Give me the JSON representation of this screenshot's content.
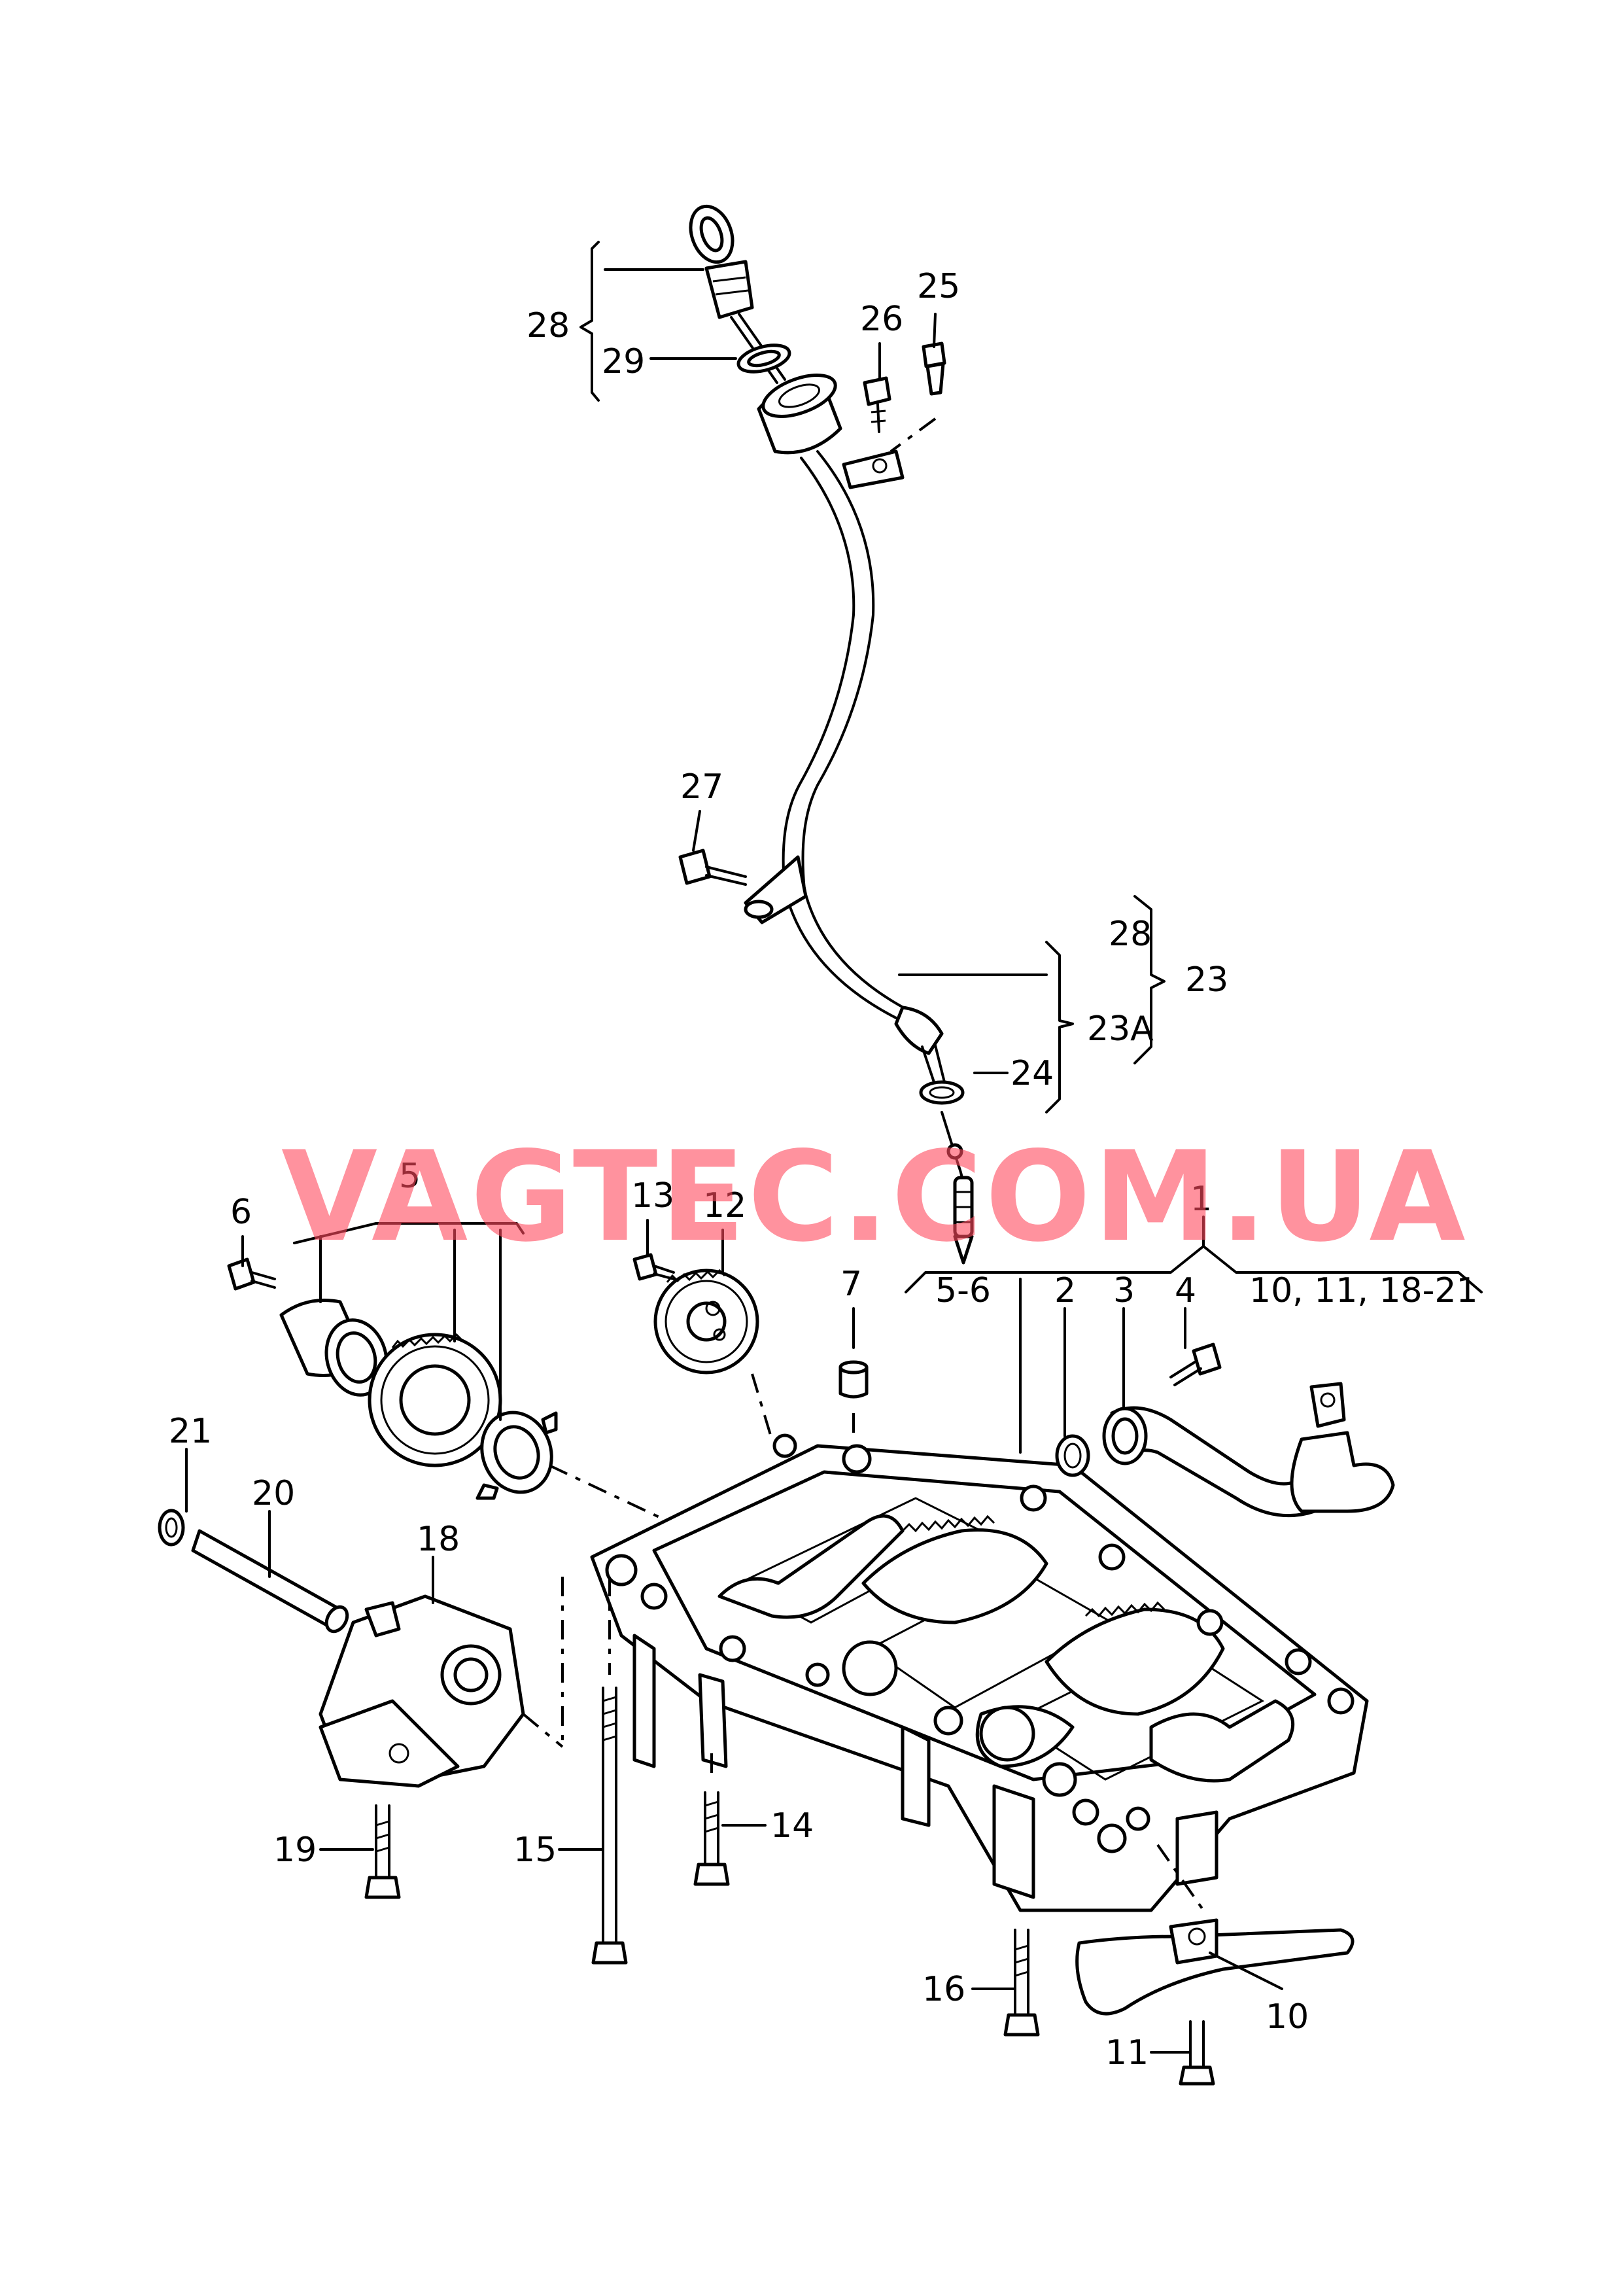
{
  "watermark": "VAGTEC.COM.UA",
  "labels": {
    "l1": "1",
    "l2": "2",
    "l3": "3",
    "l4": "4",
    "l5": "5",
    "l5_6": "5-6",
    "l6": "6",
    "l7": "7",
    "l10": "10",
    "l10_11_18_21": "10, 11, 18-21",
    "l11": "11",
    "l12": "12",
    "l13": "13",
    "l14": "14",
    "l15": "15",
    "l16": "16",
    "l18": "18",
    "l19": "19",
    "l20": "20",
    "l21": "21",
    "l23": "23",
    "l23A": "23A",
    "l24": "24",
    "l25": "25",
    "l26": "26",
    "l27": "27",
    "l28_top": "28",
    "l28_right": "28",
    "l29": "29"
  }
}
